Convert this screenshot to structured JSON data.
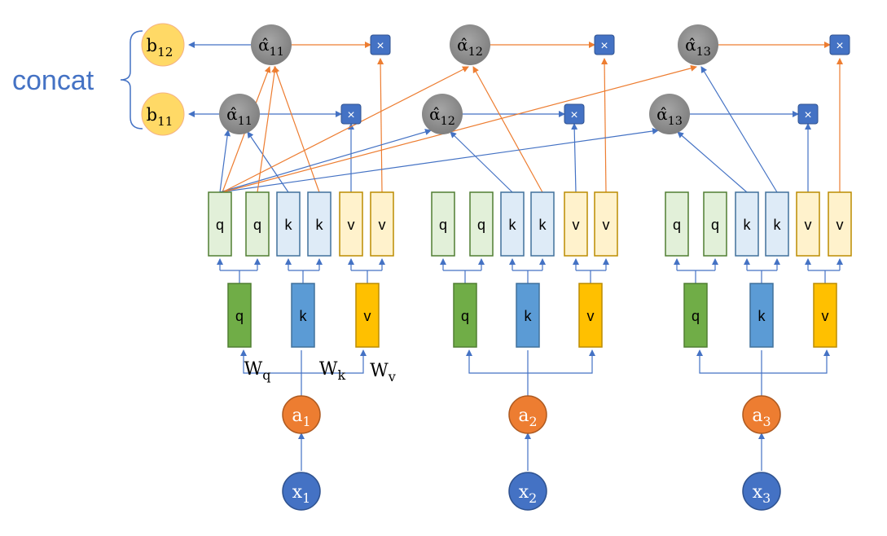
{
  "concat_label": "concat",
  "inputs": [
    {
      "x_base": "x",
      "x_sub": "1",
      "a_base": "a",
      "a_sub": "1"
    },
    {
      "x_base": "x",
      "x_sub": "2",
      "a_base": "a",
      "a_sub": "2"
    },
    {
      "x_base": "x",
      "x_sub": "3",
      "a_base": "a",
      "a_sub": "3"
    }
  ],
  "projection_labels": {
    "q": "q",
    "k": "k",
    "v": "v"
  },
  "weights": [
    {
      "base": "W",
      "sub": "q"
    },
    {
      "base": "W",
      "sub": "k"
    },
    {
      "base": "W",
      "sub": "v"
    }
  ],
  "head_labels": [
    "q",
    "q",
    "k",
    "k",
    "v",
    "v"
  ],
  "alpha_row1": [
    {
      "base": "α̂",
      "sub": "11"
    },
    {
      "base": "α̂",
      "sub": "12"
    },
    {
      "base": "α̂",
      "sub": "13"
    }
  ],
  "alpha_row2": [
    {
      "base": "α̂",
      "sub": "11"
    },
    {
      "base": "α̂",
      "sub": "12"
    },
    {
      "base": "α̂",
      "sub": "13"
    }
  ],
  "outputs": [
    {
      "base": "b",
      "sub": "12"
    },
    {
      "base": "b",
      "sub": "11"
    }
  ],
  "multiply_symbol": "×",
  "colors": {
    "q_fill": "#70ad47",
    "q_stroke": "#507e32",
    "k_fill": "#5b9bd5",
    "k_stroke": "#41719c",
    "v_fill": "#ffc000",
    "v_stroke": "#bc8c00",
    "q_light": "#e2f0d9",
    "k_light": "#deebf7",
    "v_light": "#fff2cc",
    "input_x": "#4472c4",
    "input_a": "#ed7d31",
    "alpha": "#8c8c8c",
    "output": "#ffd966",
    "arrow_blue": "#4472c4",
    "arrow_orange": "#ed7d31",
    "concat_text": "#4472c4"
  }
}
